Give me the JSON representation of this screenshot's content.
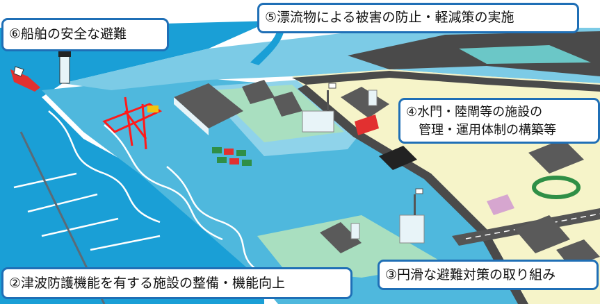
{
  "callouts": {
    "evacuation_ships": "⑥船舶の安全な避難",
    "debris_damage": "⑤漂流物による被害の防止・軽減策の実施",
    "gates_management_line1": "④水門・陸閘等の施設の",
    "gates_management_line2": "管理・運用体制の構築等",
    "smooth_evacuation": "③円滑な避難対策の取り組み",
    "tsunami_facilities": "②津波防護機能を有する施設の整備・機能向上"
  },
  "colors": {
    "sea": "#1a9fd6",
    "harbor_water": "#58bfe0",
    "quay": "#8fd3ea",
    "land": "#f6f4c9",
    "road": "#4a4a4a",
    "crane": "#ff1a1a",
    "callout_border": "#1f6fb6"
  }
}
